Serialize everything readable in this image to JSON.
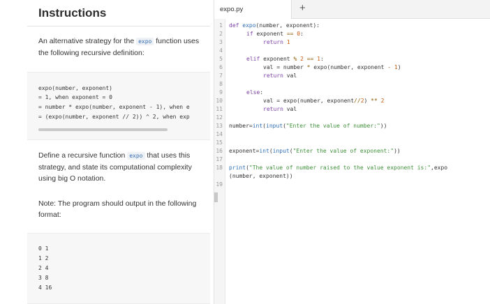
{
  "instructions": {
    "title": "Instructions",
    "para1_pre": "An alternative strategy for the ",
    "para1_code": "expo",
    "para1_post": " function uses the following recursive definition:",
    "definition_lines": [
      "expo(number, exponent)",
      "= 1, when exponent = 0",
      "= number * expo(number, exponent - 1), when e",
      "= (expo(number, exponent // 2)) ^ 2, when exp"
    ],
    "para2_pre": "Define a recursive function ",
    "para2_code": "expo",
    "para2_post": " that uses this strategy, and state its computational complexity using big O notation.",
    "note": "Note: The program should output in the following format:",
    "sample_output": [
      "0 1",
      "1 2",
      "2 4",
      "3 8",
      "4 16"
    ]
  },
  "editor": {
    "tab_label": "expo.py",
    "add_tab": "+",
    "line_numbers": [
      "1",
      "2",
      "3",
      "4",
      "5",
      "6",
      "7",
      "8",
      "9",
      "10",
      "11",
      "12",
      "13",
      "14",
      "15",
      "16",
      "17",
      "18",
      "",
      "19"
    ],
    "code": {
      "l1_kw": "def ",
      "l1_fn": "expo",
      "l1_rest": "(number, exponent):",
      "l2_kw": "if",
      "l2_mid": " exponent ",
      "l2_op": "==",
      "l2_num": " 0",
      "l2_end": ":",
      "l3_kw": "return",
      "l3_num": " 1",
      "l5_kw": "elif",
      "l5_mid": " exponent ",
      "l5_op": "%",
      "l5_num": " 2 ",
      "l5_op2": "==",
      "l5_num2": " 1",
      "l5_end": ":",
      "l6_a": "val = number ",
      "l6_op": "*",
      "l6_b": " expo(number, exponent ",
      "l6_op2": "-",
      "l6_num": " 1",
      "l6_end": ")",
      "l7_kw": "return",
      "l7_rest": " val",
      "l9_kw": "else",
      "l9_end": ":",
      "l10_a": "val = expo(number, exponent",
      "l10_op": "//",
      "l10_num": "2",
      "l10_b": ") ",
      "l10_op2": "**",
      "l10_num2": " 2",
      "l11_kw": "return",
      "l11_rest": " val",
      "l13_a": "number=",
      "l13_fn": "int",
      "l13_b": "(",
      "l13_fn2": "input",
      "l13_c": "(",
      "l13_str": "\"Enter the value of number:\"",
      "l13_d": "))",
      "l16_a": "exponent=",
      "l16_fn": "int",
      "l16_b": "(",
      "l16_fn2": "input",
      "l16_c": "(",
      "l16_str": "\"Enter the value of exponent:\"",
      "l16_d": "))",
      "l18_fn": "print",
      "l18_a": "(",
      "l18_str": "\"The value of number raised to the value exponent is:\"",
      "l18_b": ",expo",
      "l18w": "(number, exponent))"
    }
  }
}
